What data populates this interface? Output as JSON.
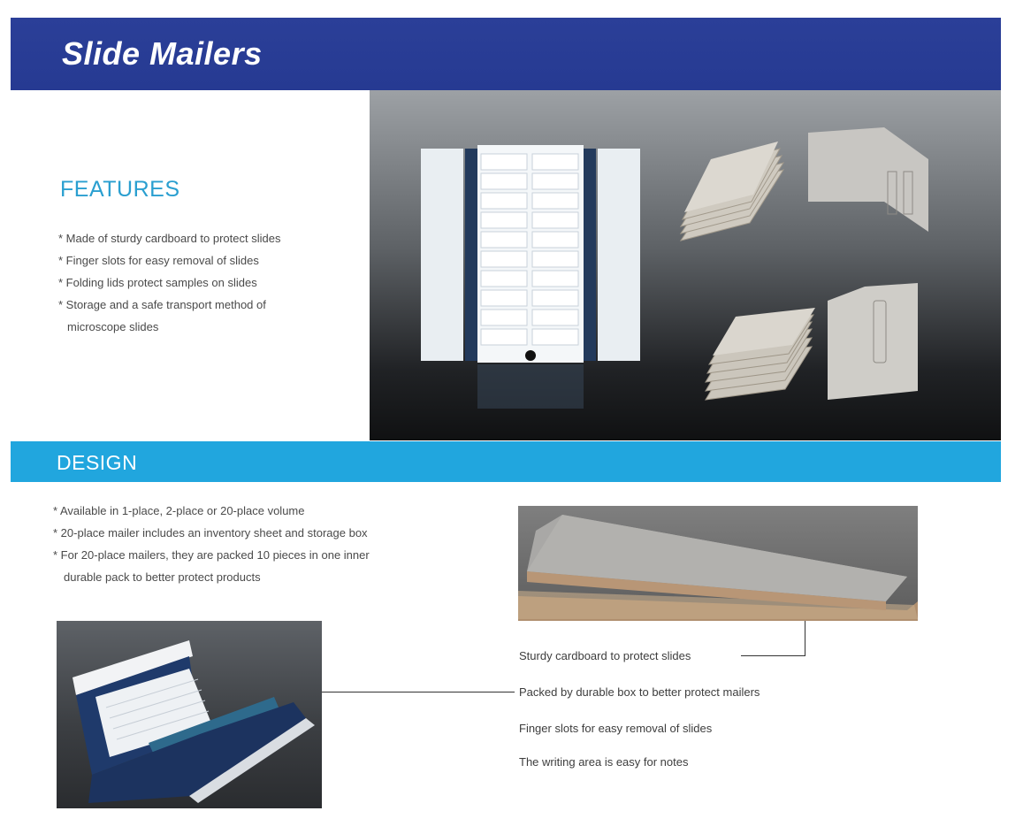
{
  "header": {
    "title": "Slide Mailers"
  },
  "features": {
    "title": "FEATURES",
    "items": [
      "* Made of sturdy cardboard to protect slides",
      "* Finger slots for easy removal of slides",
      "* Folding lids protect samples on slides",
      "* Storage and a safe transport method of",
      "microscope slides"
    ]
  },
  "design": {
    "title": "DESIGN",
    "items": [
      "* Available in 1-place, 2-place or 20-place volume",
      "* 20-place mailer includes an inventory sheet and storage box",
      "* For 20-place mailers, they are packed 10 pieces in one inner",
      "durable pack to better protect products"
    ]
  },
  "callouts": [
    "Sturdy cardboard to protect slides",
    "Packed by durable box to better protect mailers",
    "Finger slots for easy removal of slides",
    "The writing area is easy for notes"
  ],
  "colors": {
    "header_blue": "#2b3f98",
    "accent_cyan": "#21a6de",
    "features_title": "#2a9fd0"
  }
}
